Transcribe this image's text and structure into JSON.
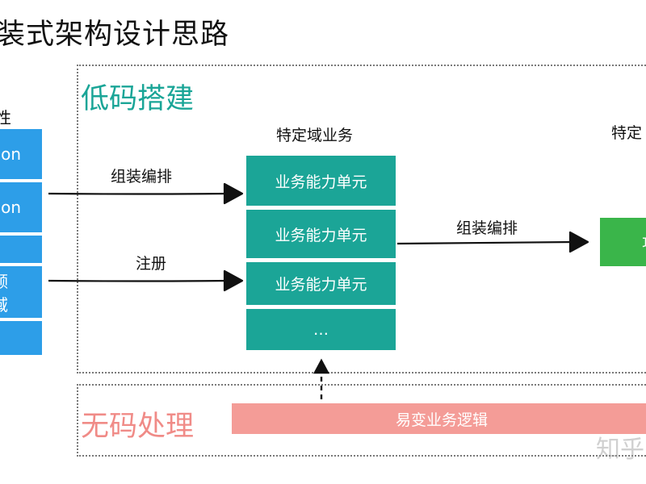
{
  "title": "装式架构设计思路",
  "lowcode": {
    "title": "低码搭建"
  },
  "nocode": {
    "title": "无码处理"
  },
  "left": {
    "label": "性",
    "blocks": [
      "on",
      "on",
      "",
      "领域",
      ""
    ]
  },
  "specific_domain": {
    "heading": "特定域业务",
    "units": [
      "业务能力单元",
      "业务能力单元",
      "业务能力单元",
      "…"
    ]
  },
  "right": {
    "heading": "特定",
    "block_label": "功"
  },
  "arrows": {
    "assemble_top": "组装编排",
    "register": "注册",
    "assemble_right": "组装编排"
  },
  "variable_logic": "易变业务逻辑",
  "watermark": "知乎",
  "colors": {
    "teal": "#1ba597",
    "blue": "#2d9ee8",
    "green": "#3ab54a",
    "pink": "#f49c97",
    "lowcode_title": "#1aa597",
    "nocode_title": "#f08b87"
  }
}
